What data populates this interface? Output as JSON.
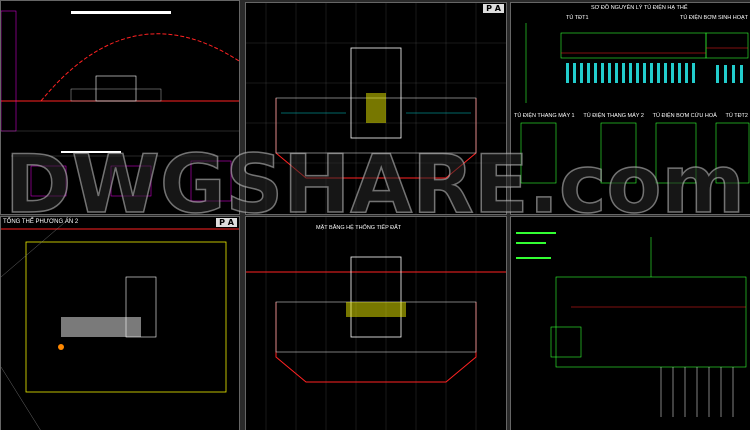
{
  "panels": {
    "top_left": {
      "title": ""
    },
    "top_middle": {
      "badge": "P A"
    },
    "top_right": {
      "title": "SƠ ĐỒ NGUYÊN LÝ TỦ ĐIỆN HẠ THẾ",
      "cabinet_1": "TỦ TĐT1",
      "cabinet_2": "TỦ ĐIỆN BƠM SINH HOẠT",
      "cabinet_3": "TỦ ĐIỆN THANG MÁY 1",
      "cabinet_4": "TỦ ĐIỆN THANG MÁY 2",
      "cabinet_5": "TỦ ĐIỆN BƠM CỨU HOẢ",
      "cabinet_6": "TỦ TĐT2"
    },
    "bottom_left": {
      "title": "TỔNG THỂ PHƯƠNG ÁN 2",
      "badge": "P A"
    },
    "bottom_middle": {
      "title": "MẶT BẰNG HỆ THỐNG TIẾP ĐẤT"
    },
    "bottom_right": {}
  },
  "watermark": "DWGSHARE.com",
  "colors": {
    "background": "#000000",
    "cyan": "#20e0e0",
    "green": "#30ff30",
    "red": "#ff2020",
    "magenta": "#e040e0",
    "white": "#ffffff"
  }
}
